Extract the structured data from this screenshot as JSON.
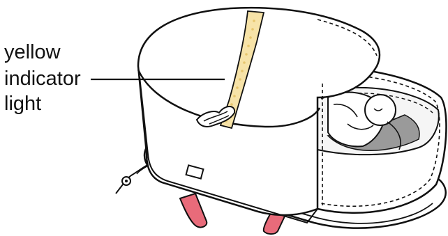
{
  "callout": {
    "lines": [
      "yellow",
      "indicator",
      "light"
    ]
  },
  "colors": {
    "outline": "#111111",
    "strap": "#e8f2f4",
    "indicator": "#f7e3a8",
    "indicator_dots": "#e7c66e",
    "handle": "#e86b7a",
    "shadow": "#9a9a9a"
  },
  "icons": {
    "cloud_logo": "swirl-cloud-logo",
    "power_plug": "cable-plug-icon"
  }
}
